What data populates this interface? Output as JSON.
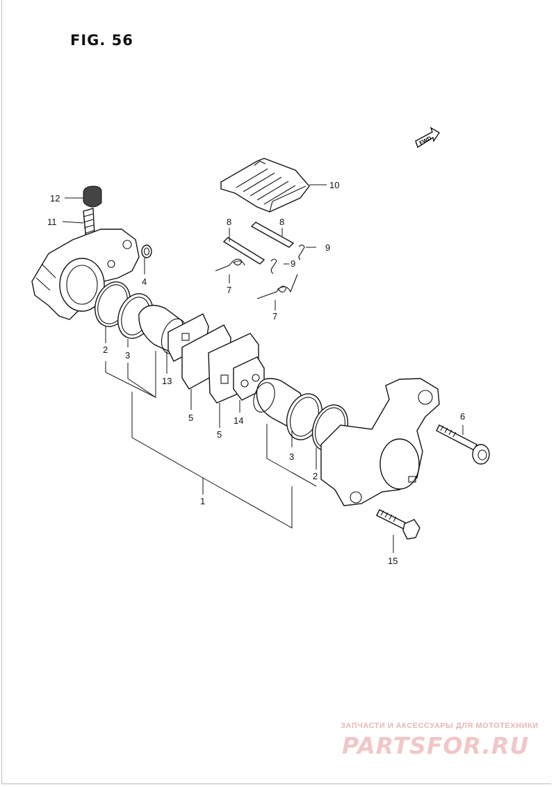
{
  "figure": {
    "title": "FIG. 56"
  },
  "direction_marker": "FWD",
  "callouts": {
    "c1": "1",
    "c2a": "2",
    "c2b": "2",
    "c3a": "3",
    "c3b": "3",
    "c4": "4",
    "c5a": "5",
    "c5b": "5",
    "c6": "6",
    "c7a": "7",
    "c7b": "7",
    "c8a": "8",
    "c8b": "8",
    "c9a": "9",
    "c9b": "9",
    "c10": "10",
    "c11": "11",
    "c12": "12",
    "c13": "13",
    "c14": "14",
    "c15": "15"
  },
  "watermark": {
    "tagline": "ЗАПЧАСТИ И АКСЕССУАРЫ ДЛЯ МОТОТЕХНИКИ",
    "logo": "PARTSFOR.RU"
  }
}
